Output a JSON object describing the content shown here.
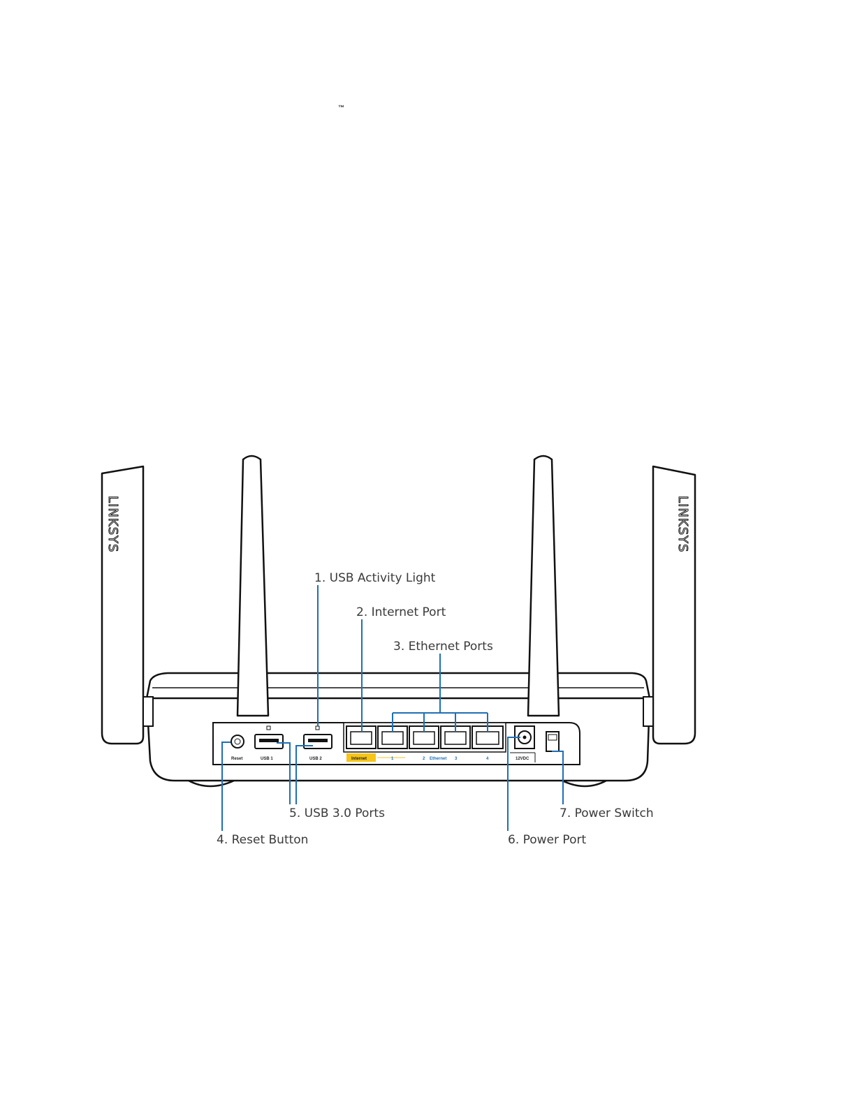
{
  "trademark": "™",
  "router": {
    "brand": "LINKSYS",
    "panel_labels": {
      "reset": "Reset",
      "usb1": "USB 1",
      "usb2": "USB 2",
      "internet": "Internet",
      "eth1": "1",
      "eth2": "2",
      "ethernet": "Ethernet",
      "eth3": "3",
      "eth4": "4",
      "power": "12VDC"
    }
  },
  "callouts": {
    "c1": "1. USB Activity Light",
    "c2": "2. Internet Port",
    "c3": "3. Ethernet Ports",
    "c4": "4. Reset Button",
    "c5": "5. USB 3.0 Ports",
    "c6": "6. Power Port",
    "c7": "7. Power Switch"
  },
  "colors": {
    "leader_lines": "#1f6fb5",
    "internet_port_highlight": "#f5c518"
  }
}
